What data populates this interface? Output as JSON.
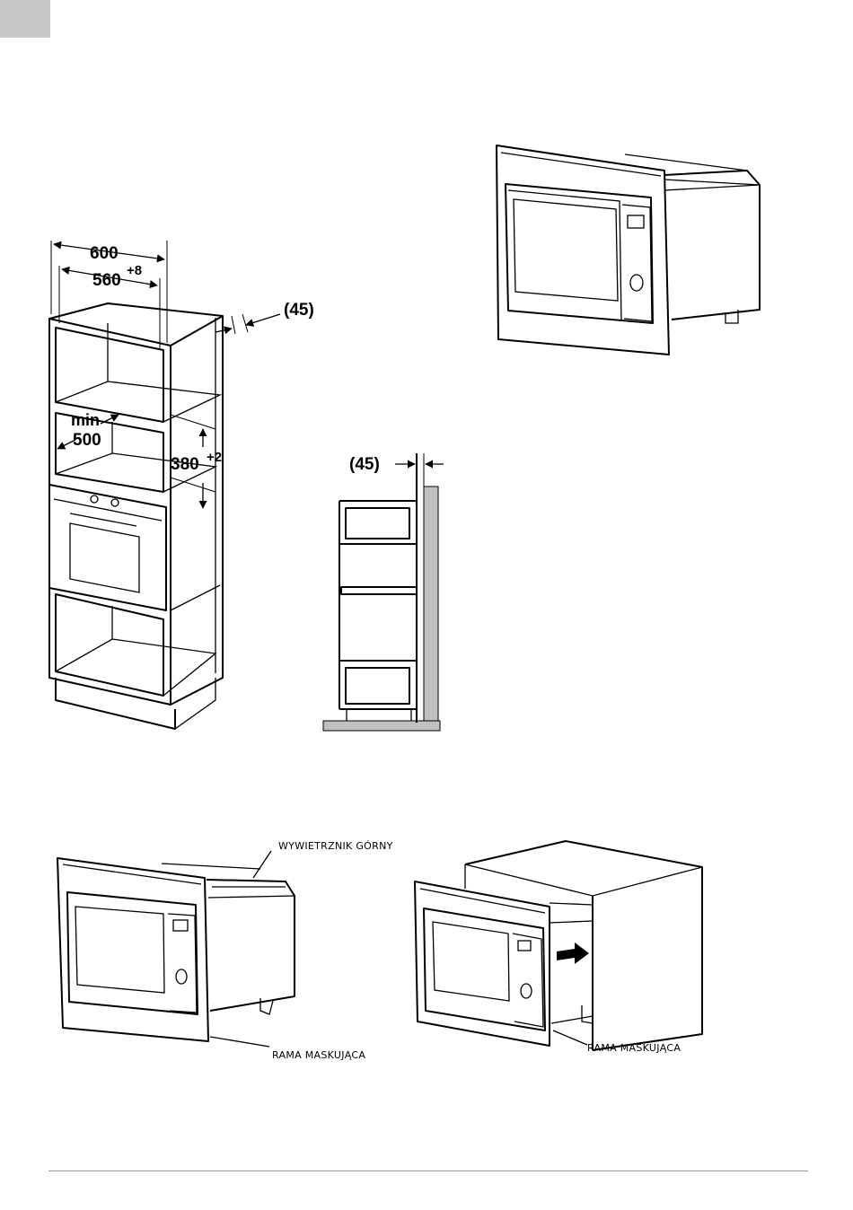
{
  "cabinet_dims": {
    "width_outer": "600",
    "width_inner": "560",
    "width_tol": "+8",
    "gap_top": "(45)",
    "min_label": "min",
    "min_value": "500",
    "height": "380",
    "height_tol": "+2"
  },
  "side_section": {
    "gap": "(45)"
  },
  "captions": {
    "top_vent": "WYWIETRZNIK GÓRNY",
    "frame_left": "RAMA MASKUJĄCA",
    "frame_right": "RAMA MASKUJĄCA"
  },
  "colors": {
    "ink": "#000000",
    "wall_fill": "#c0c0c0",
    "corner_tab": "#c8c8c8",
    "rule": "#999999"
  }
}
